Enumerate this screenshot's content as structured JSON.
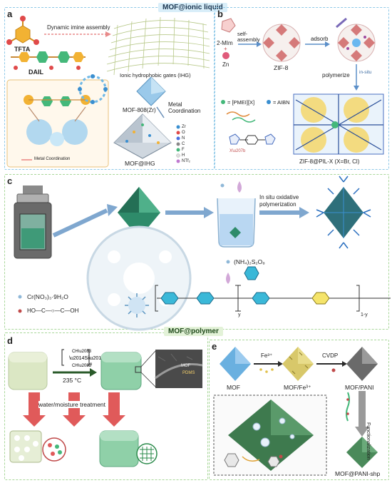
{
  "banners": {
    "top": "MOF@ionic liquid",
    "middle": "MOF@polymer"
  },
  "panel_a": {
    "letter": "a",
    "tfta": "TFTA",
    "dail": "DAIL",
    "dynamic_imine": "Dynamic imine assembly",
    "ihg": "Ionic hydrophobic gates (IHG)",
    "mof808": "MOF-808(Zr)",
    "metal_coord_arrow": "Metal\nCoordination",
    "metal_coord_small": "Metal Coordination",
    "product": "MOF@IHG",
    "legend": [
      "Zr",
      "O",
      "N",
      "C",
      "F",
      "H",
      "NTf₂"
    ]
  },
  "panel_b": {
    "letter": "b",
    "reagent1": "2-MIm",
    "plus": "+",
    "reagent2": "Zn",
    "step1": "self-\nassembly",
    "zif8": "ZIF-8",
    "step2": "adsorb",
    "step3": "polymerize",
    "step3b": "in-situ",
    "legend1": "= [PMEI][X]",
    "legend2": "= AIBN",
    "product": "ZIF-8@PIL-X (X=Br, Cl)"
  },
  "panel_c": {
    "letter": "c",
    "precursor": "Cr(NO₃)₃·9H₂O",
    "linker": "HO—C—○—C—OH",
    "step": "In situ oxidative\npolymerization",
    "oxidant": "(NH₄)₂S₂O₈",
    "pani_sub1": "1-y",
    "pani_sub2": "y"
  },
  "panel_d": {
    "letter": "d",
    "temp": "235 °C",
    "pdms_n": "n",
    "mof": "MOF",
    "pdms": "PDMS",
    "treatment": "water/moisture treatment"
  },
  "panel_e": {
    "letter": "e",
    "fe": "Fe³⁺",
    "cvdp": "CVDP",
    "mof": "MOF",
    "mof_fe": "MOF/Fe³⁺",
    "mof_pani": "MOF/PANI",
    "func": "Functionalization",
    "product": "MOF@PANI-shp"
  },
  "colors": {
    "panel_blue": "#8fc9e8",
    "panel_green": "#a9d79a",
    "arrow_blue": "#7fa7cf",
    "mof_green": "#2e8b6a",
    "arrow_red": "#e05a5a"
  }
}
